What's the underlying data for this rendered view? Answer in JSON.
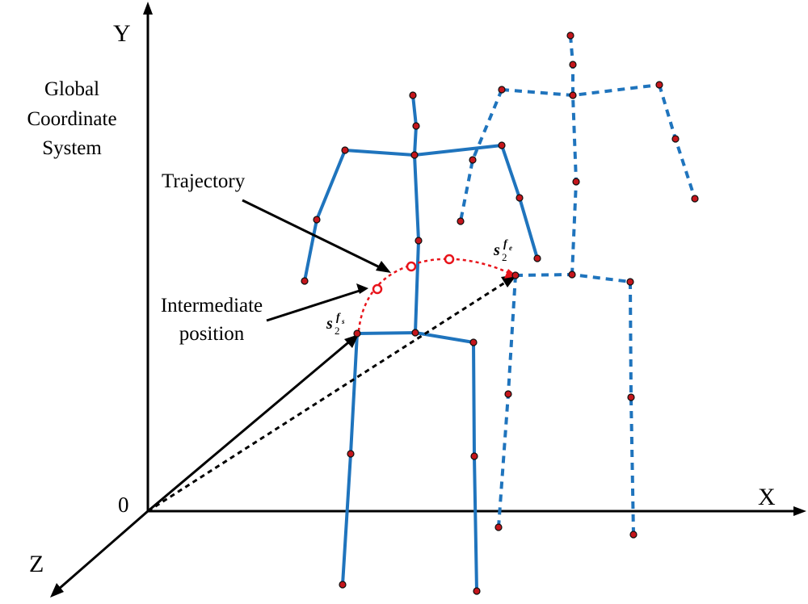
{
  "labels": {
    "axis_y": "Y",
    "axis_x": "X",
    "axis_z": "Z",
    "origin": "0",
    "global_line1": "Global",
    "global_line2": "Coordinate",
    "global_line3": "System",
    "trajectory": "Trajectory",
    "intermediate_line1": "Intermediate",
    "intermediate_line2": "position",
    "start_var": "s",
    "start_sub": "2",
    "start_sup": "f",
    "start_sup_sub": "s",
    "end_var": "s",
    "end_sub": "2",
    "end_sup": "f",
    "end_sup_sub": "e"
  },
  "colors": {
    "skeleton": "#1f74bd",
    "joint": "#c4161c",
    "trajectory": "#e8141b",
    "axis": "#000000"
  }
}
